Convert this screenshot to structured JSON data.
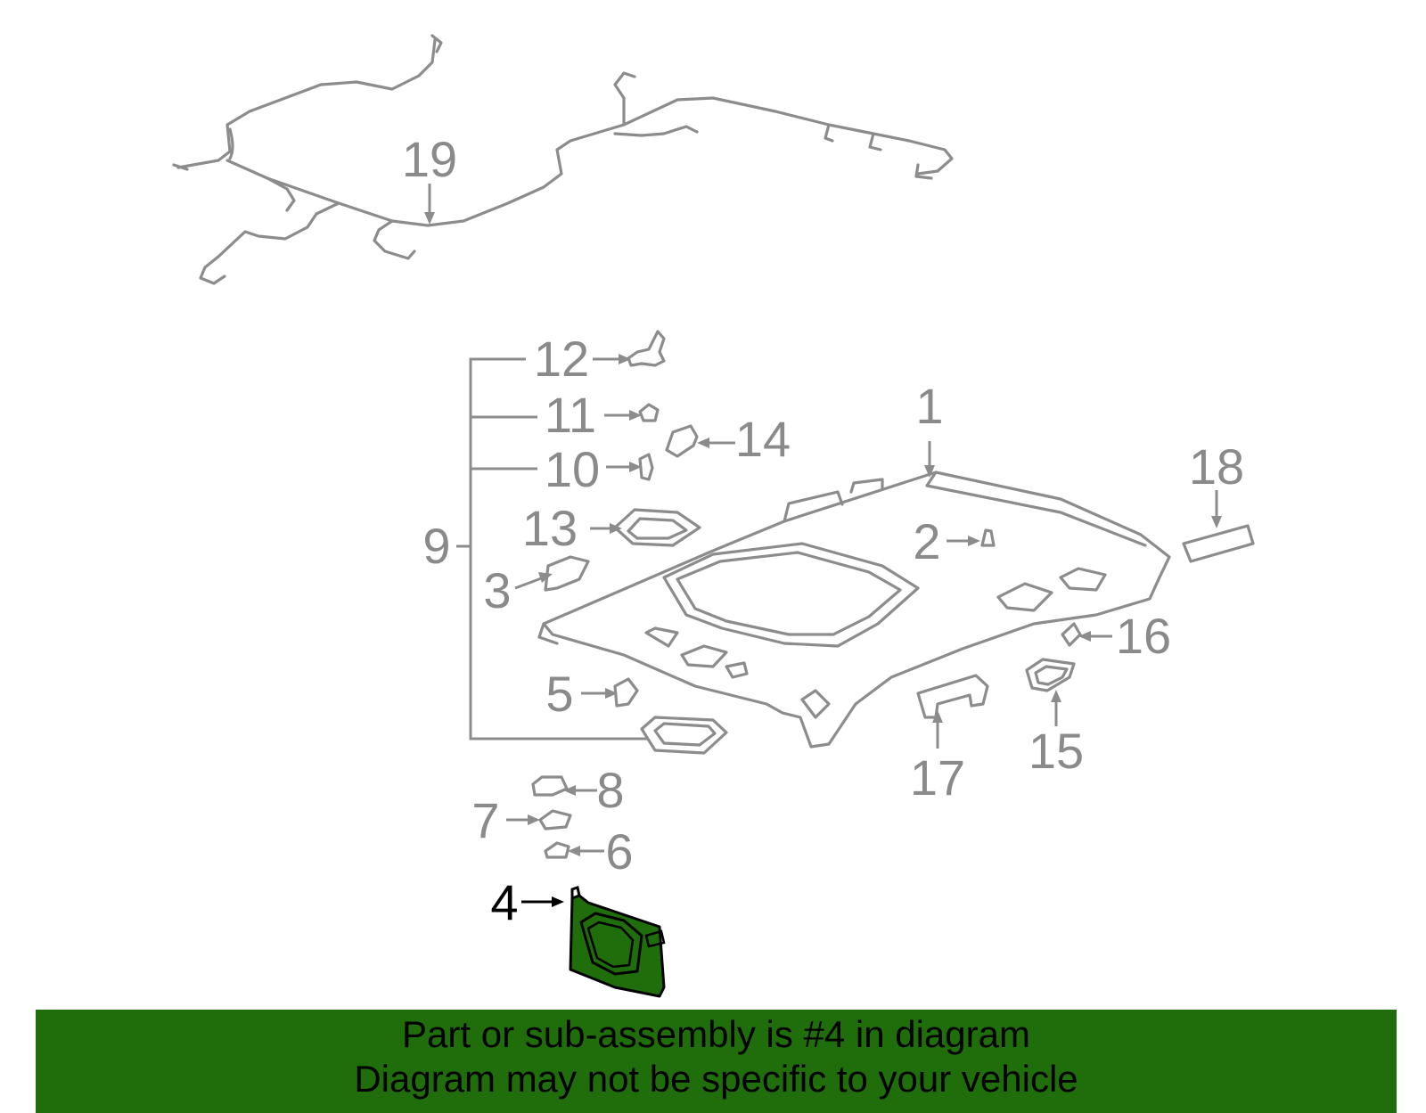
{
  "colors": {
    "part_gray": "#8c8c8c",
    "label_gray": "#8a8a8a",
    "highlight_fill": "#1f6e0b",
    "banner_bg": "#1f6e0b",
    "text_black": "#000000"
  },
  "callouts": [
    {
      "id": "1",
      "text": "1",
      "highlighted": false
    },
    {
      "id": "2",
      "text": "2",
      "highlighted": false
    },
    {
      "id": "3",
      "text": "3",
      "highlighted": false
    },
    {
      "id": "4",
      "text": "4",
      "highlighted": true
    },
    {
      "id": "5",
      "text": "5",
      "highlighted": false
    },
    {
      "id": "6",
      "text": "6",
      "highlighted": false
    },
    {
      "id": "7",
      "text": "7",
      "highlighted": false
    },
    {
      "id": "8",
      "text": "8",
      "highlighted": false
    },
    {
      "id": "9",
      "text": "9",
      "highlighted": false
    },
    {
      "id": "10",
      "text": "10",
      "highlighted": false
    },
    {
      "id": "11",
      "text": "11",
      "highlighted": false
    },
    {
      "id": "12",
      "text": "12",
      "highlighted": false
    },
    {
      "id": "13",
      "text": "13",
      "highlighted": false
    },
    {
      "id": "14",
      "text": "14",
      "highlighted": false
    },
    {
      "id": "15",
      "text": "15",
      "highlighted": false
    },
    {
      "id": "16",
      "text": "16",
      "highlighted": false
    },
    {
      "id": "17",
      "text": "17",
      "highlighted": false
    },
    {
      "id": "18",
      "text": "18",
      "highlighted": false
    },
    {
      "id": "19",
      "text": "19",
      "highlighted": false
    }
  ],
  "banner": {
    "line1": "Part or sub-assembly is #4 in diagram",
    "line2": "Diagram may not be specific to your vehicle"
  }
}
